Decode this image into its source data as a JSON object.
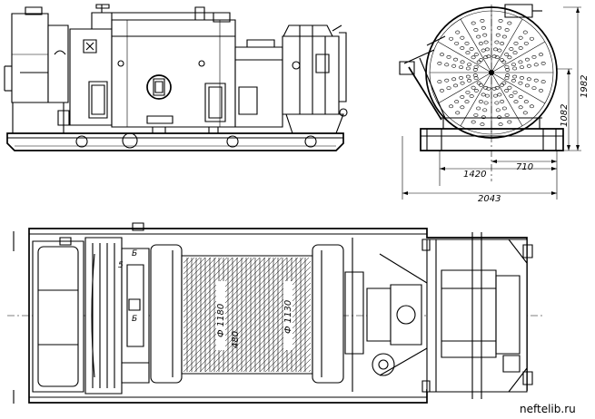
{
  "end_view": {
    "dim_width_total": "2043",
    "dim_width_base": "1420",
    "dim_width_half": "710",
    "dim_height": "1982",
    "dim_height_partial": "1082"
  },
  "plan_view": {
    "dim_drum_outer": "Ф 1180",
    "dim_drum_inner": "Ф 1130",
    "dim_drum_length": "480",
    "marker_upper": "Б",
    "marker_lower": "Б",
    "marker_left": "5"
  },
  "watermark": "neftelib.ru"
}
